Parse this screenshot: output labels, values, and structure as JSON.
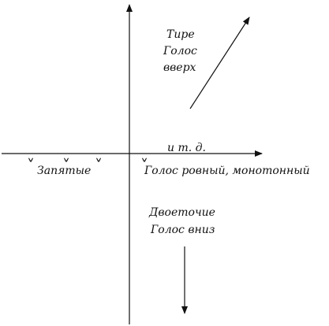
{
  "diagram": {
    "dash_block": {
      "line1": "Тире",
      "line2": "Голос",
      "line3": "вверх"
    },
    "commas_label": "Запятые",
    "comma_glyph": "ˬ",
    "etc_label": "и т. д.",
    "level_label": "Голос ровный, монотонный",
    "colon_block": {
      "line1": "Двоеточие",
      "line2": "Голос вниз"
    },
    "stroke_color": "#111111"
  }
}
